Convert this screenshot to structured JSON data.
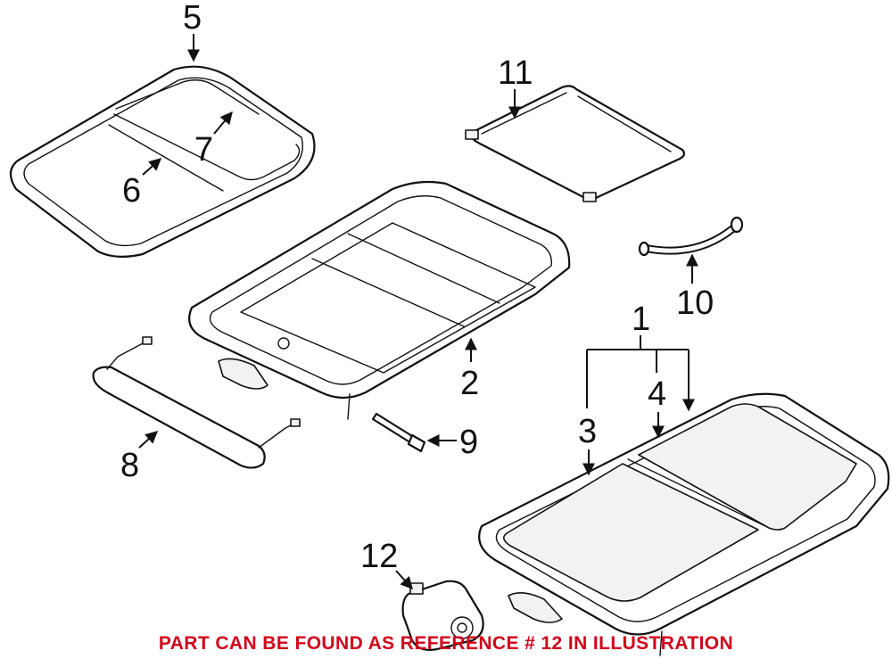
{
  "colors": {
    "line": "#111111",
    "caption": "#d0021b",
    "background": "#ffffff"
  },
  "callouts": {
    "c1": "1",
    "c2": "2",
    "c3": "3",
    "c4": "4",
    "c5": "5",
    "c6": "6",
    "c7": "7",
    "c8": "8",
    "c9": "9",
    "c10": "10",
    "c11": "11",
    "c12": "12"
  },
  "caption": "PART CAN BE FOUND AS REFERENCE # 12 IN ILLUSTRATION"
}
